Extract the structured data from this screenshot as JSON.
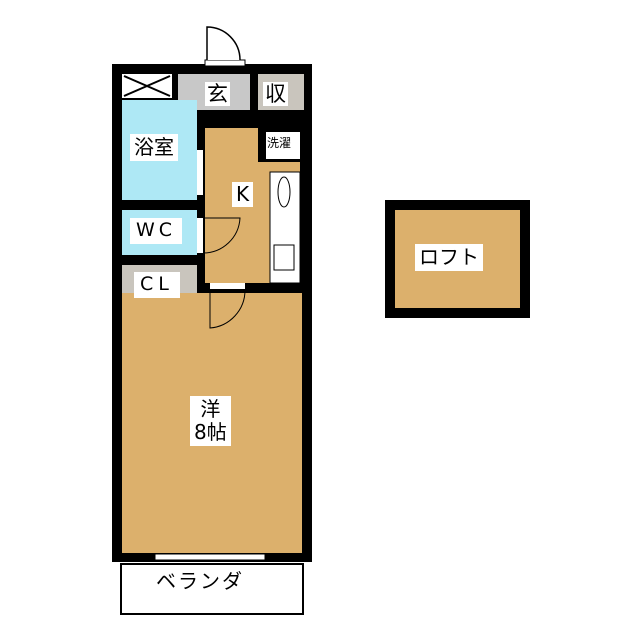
{
  "colors": {
    "wall": "#000000",
    "floor": "#dcb06c",
    "bath": "#aee8f5",
    "storage": "#c9c5bd",
    "entry": "#c8c8c8"
  },
  "rooms": {
    "entrance": "玄",
    "storage": "収",
    "bathroom": "浴室",
    "laundry": "洗濯",
    "kitchen": "K",
    "toilet": "WC",
    "closet": "CL",
    "western_room": "洋\n8帖",
    "balcony": "ベランダ",
    "loft": "ロフト"
  }
}
